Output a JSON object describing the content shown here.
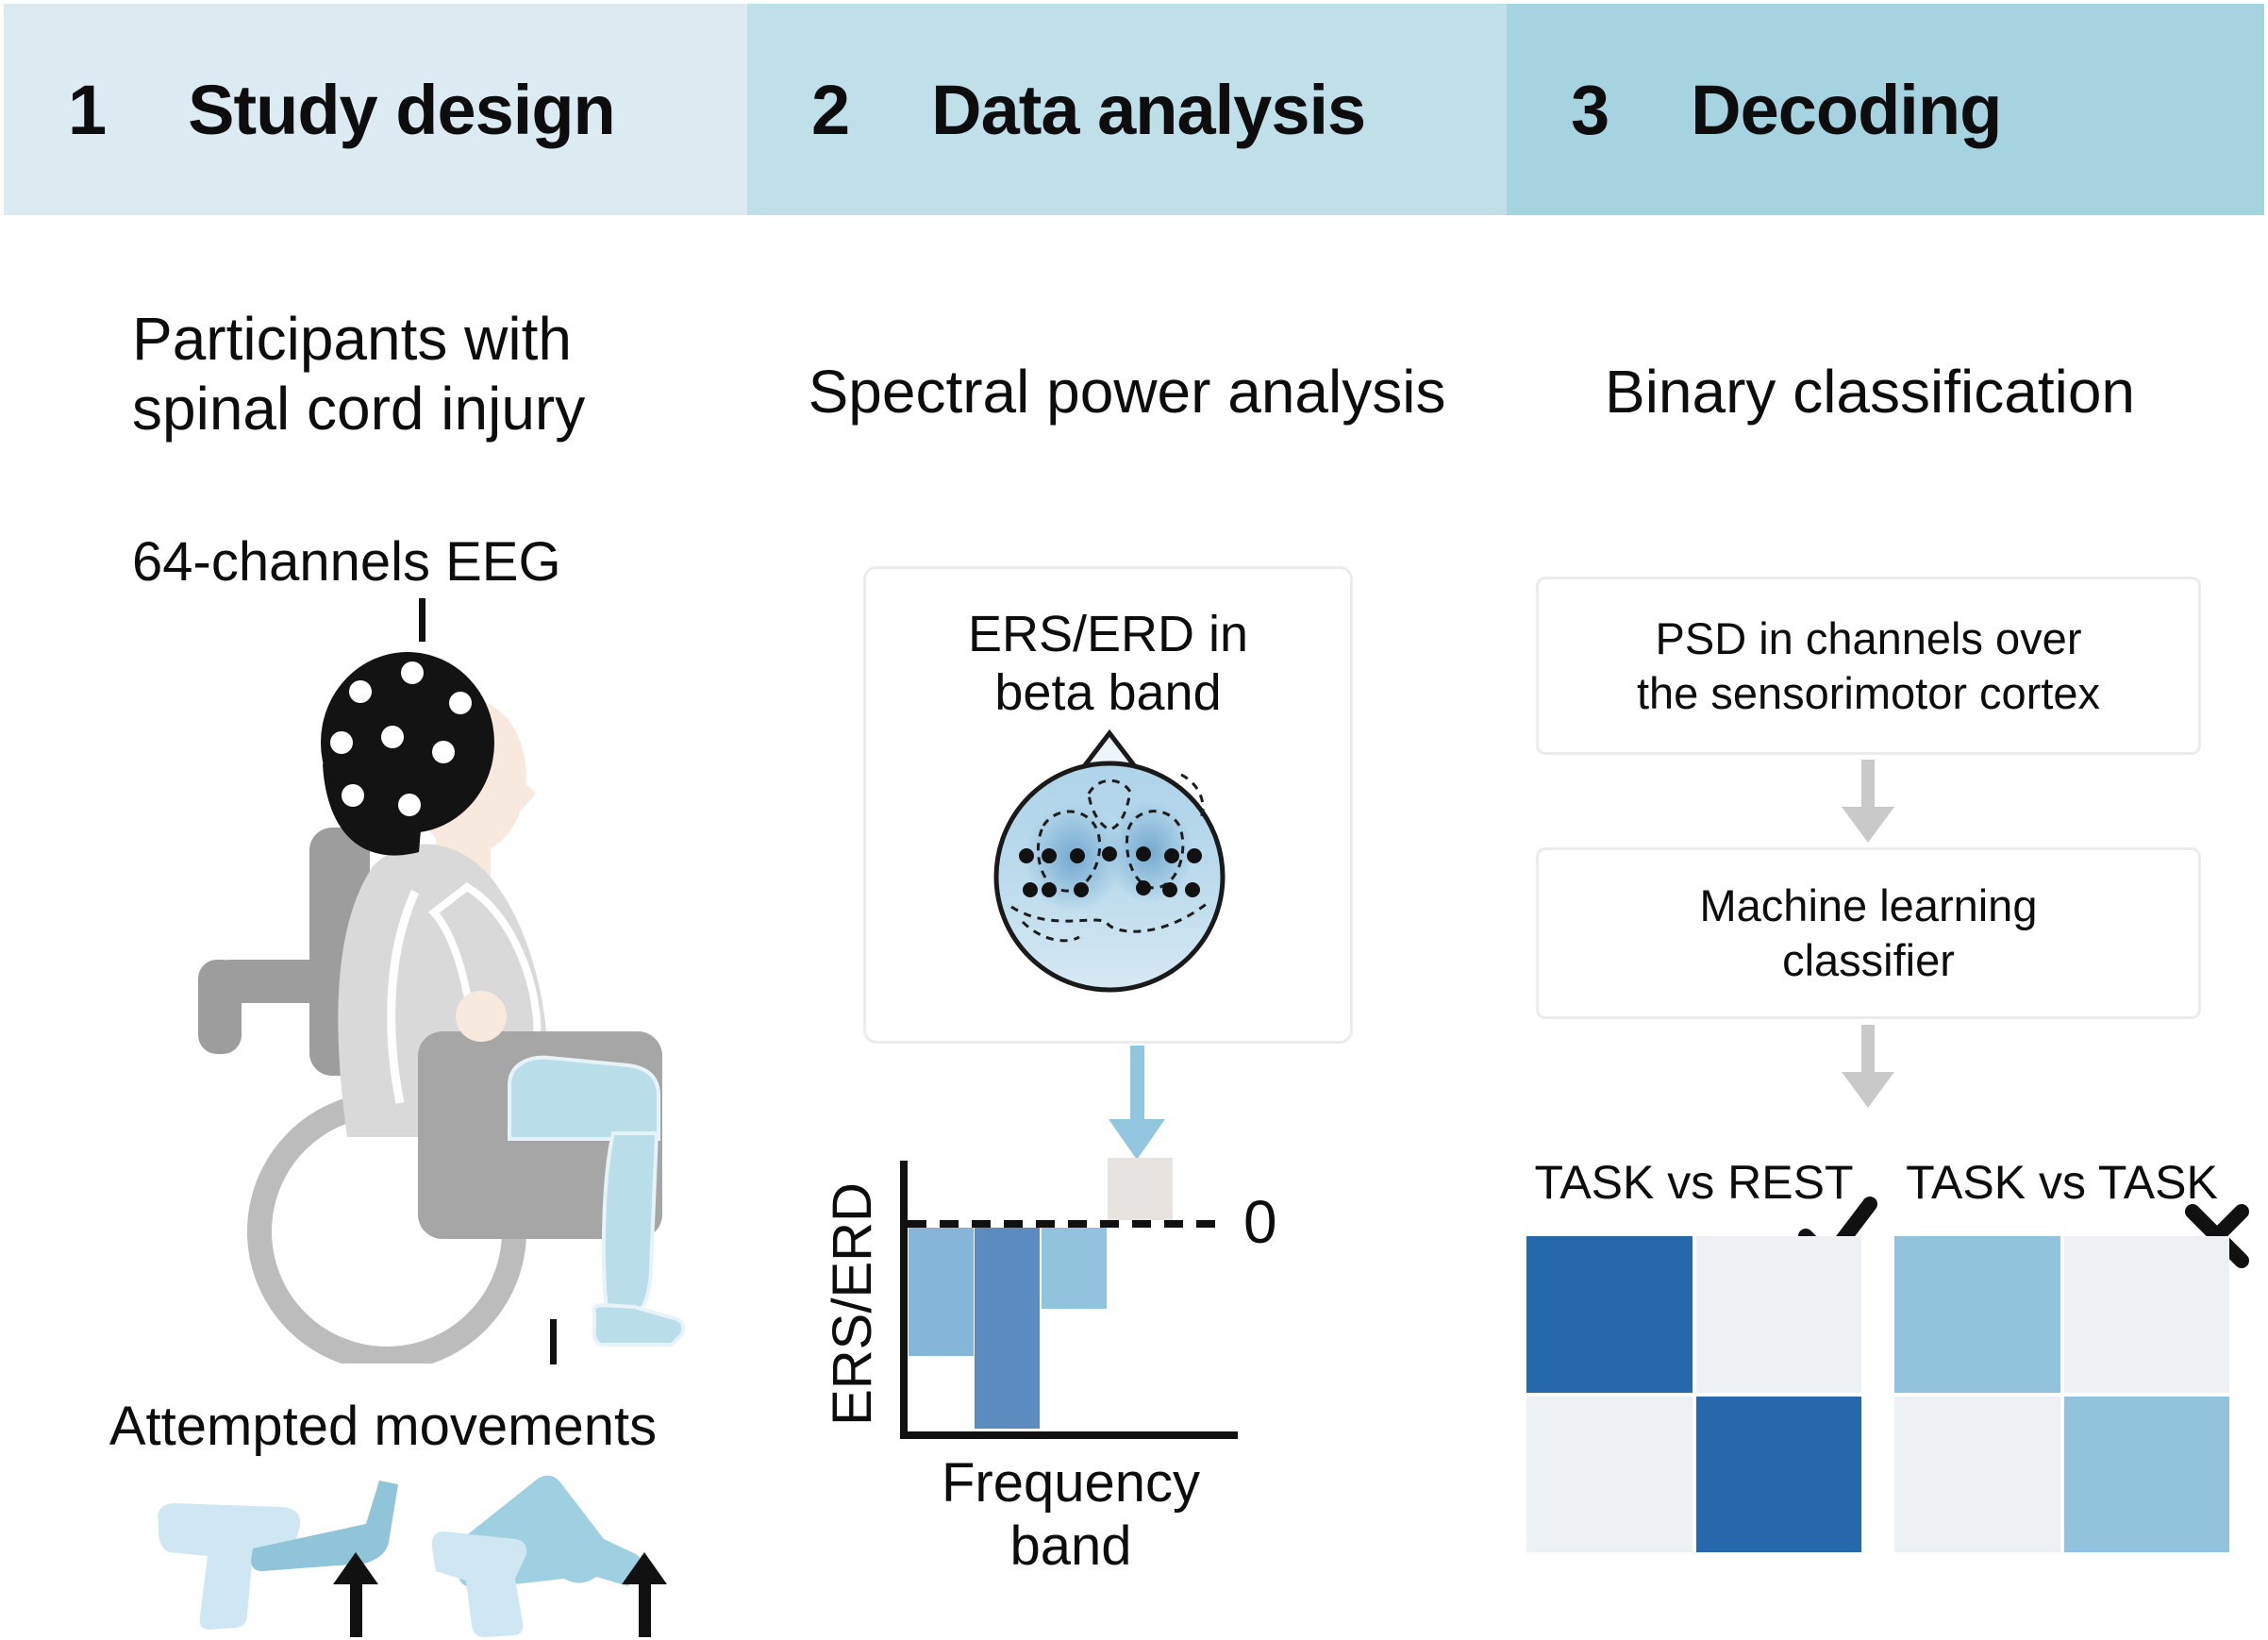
{
  "figure": {
    "headers": [
      {
        "number": "1",
        "title": "Study design",
        "bg": "#dcebf2"
      },
      {
        "number": "2",
        "title": "Data analysis",
        "bg": "#bfdfe9"
      },
      {
        "number": "3",
        "title": "Decoding",
        "bg": "#a5d3e0"
      }
    ],
    "panel1": {
      "subtitle": {
        "line1": "Participants with",
        "line2": "spinal cord injury"
      },
      "eeg_label": "64-channels EEG",
      "movements_label": "Attempted movements"
    },
    "panel2": {
      "title": "Spectral power analysis",
      "card": {
        "line1": "ERS/ERD in",
        "line2": "beta band"
      }
    },
    "panel3": {
      "title": "Binary classification",
      "box_psd": {
        "line1": "PSD in channels over",
        "line2": "the sensorimotor cortex"
      },
      "box_ml": {
        "line1": "Machine learning",
        "line2": "classifier"
      },
      "matrix_task_rest_label": "TASK vs REST",
      "matrix_task_task_label": "TASK vs TASK"
    }
  },
  "chart_data": {
    "type": "bar",
    "title": "ERS/ERD in beta band",
    "xlabel": "Frequency band",
    "ylabel": "ERS/ERD",
    "zero_label": "0",
    "categories": [
      "",
      "",
      "",
      ""
    ],
    "values": [
      -62,
      -97,
      -39,
      30
    ],
    "ylim": [
      -100,
      35
    ],
    "zero_line": true,
    "grid": false,
    "bar_colors": [
      "#85b6da",
      "#5b8cc0",
      "#92c3dc",
      "#e7e3e1"
    ]
  },
  "matrices": {
    "task_vs_rest": {
      "result": "success",
      "cells": [
        [
          1,
          0
        ],
        [
          0,
          1
        ]
      ],
      "on_color": "#2568ac",
      "off_color": "#eef1f3"
    },
    "task_vs_task": {
      "result": "failure",
      "cells": [
        [
          1,
          0
        ],
        [
          0,
          1
        ]
      ],
      "on_color": "#92c3dc",
      "off_color": "#eef1f3"
    }
  },
  "icons": {
    "check": "✓",
    "cross": "✕",
    "arrow_down": "↓",
    "arrow_up": "↑"
  },
  "colors": {
    "band1": "#dcebf2",
    "band2": "#bfdfe9",
    "band3": "#a5d3e0",
    "blue_arrow": "#92c6de",
    "gray_arrow": "#c9c9c9",
    "box_border": "#ececec",
    "ink": "#111111",
    "topo_base": "#b6d7ea",
    "topo_dark": "#5f9cc6",
    "skin": "#f8e9df",
    "shirt": "#d9d9d9",
    "wheelchair": "#9d9d9d",
    "wheel": "#bcbcbc",
    "legs": "#b9dde9"
  }
}
